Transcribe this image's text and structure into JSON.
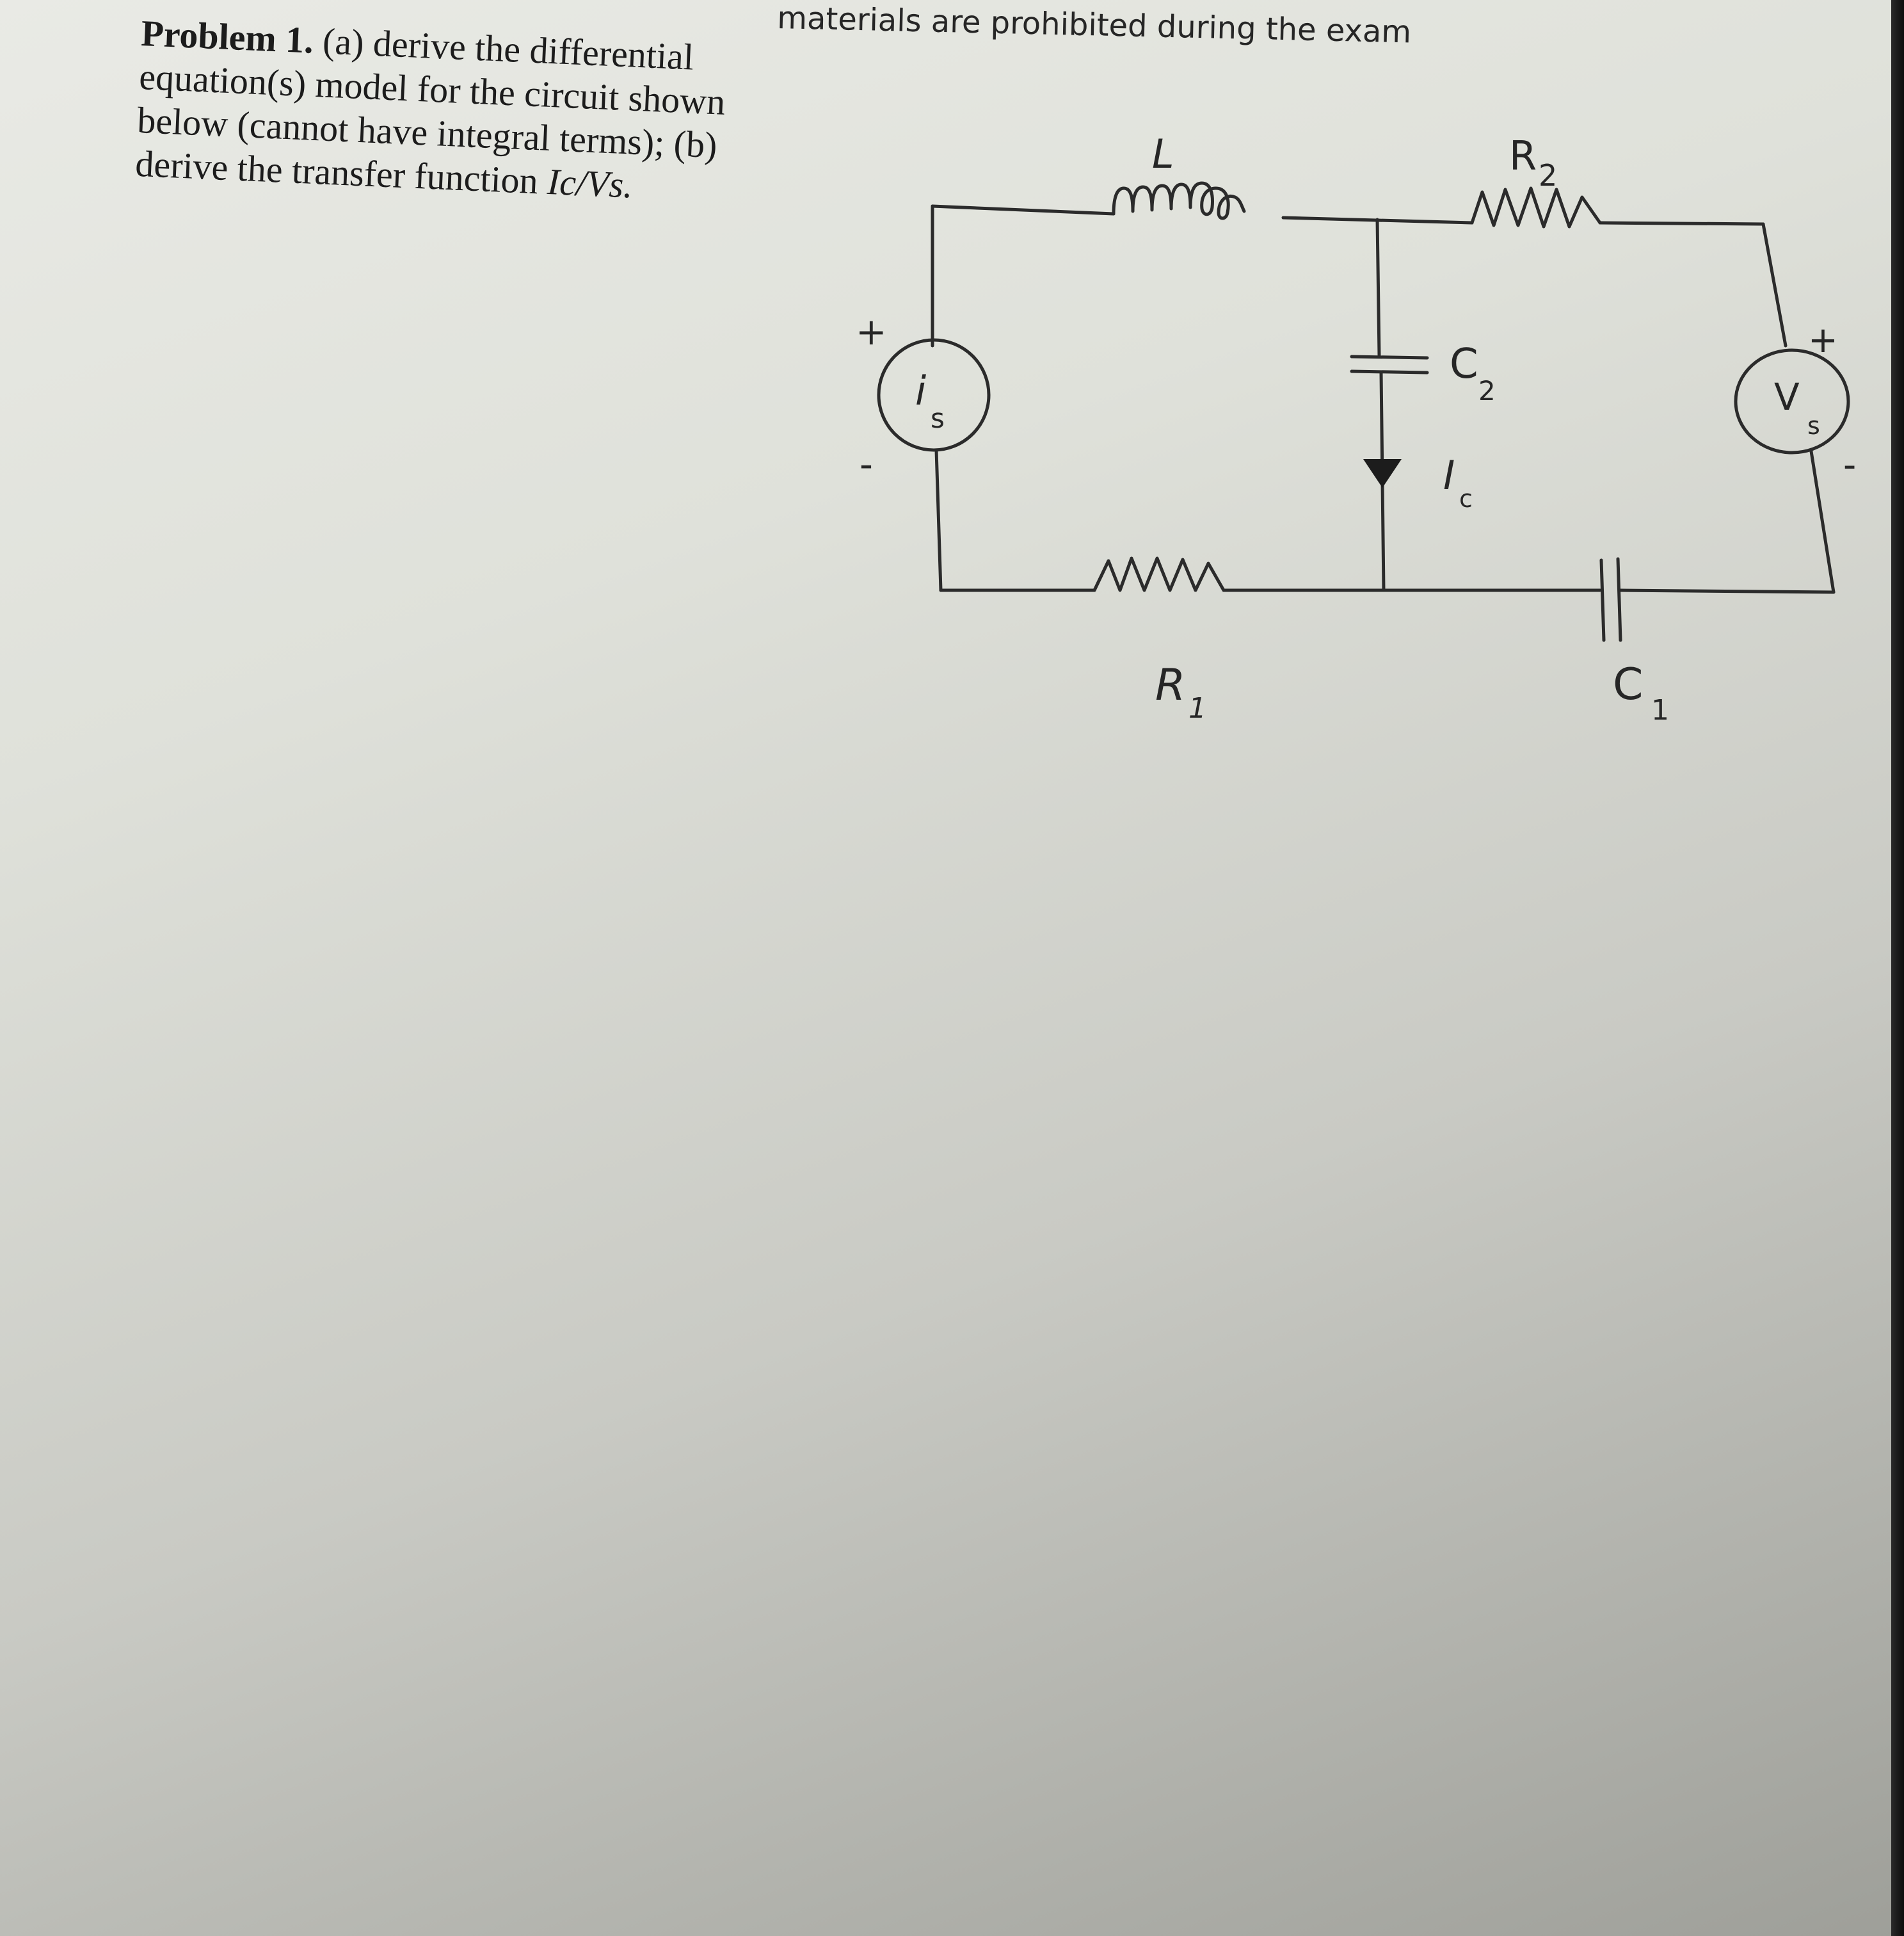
{
  "header": {
    "note": "materials are prohibited during the exam"
  },
  "problem": {
    "title": "Problem 1.",
    "part_a": "(a) derive the differential equation(s) model for the circuit shown below (cannot have integral terms);",
    "part_b": "(b) derive the transfer function",
    "transfer_function": "Ic/Vs."
  },
  "circuit": {
    "inductor": "L",
    "resistor_top": {
      "letter": "R",
      "sub": "2"
    },
    "resistor_bottom": {
      "letter": "R",
      "sub": "1"
    },
    "capacitor_mid": {
      "letter": "C",
      "sub": "2"
    },
    "capacitor_bottom": {
      "letter": "C",
      "sub": "1"
    },
    "current_source": {
      "letter": "i",
      "sub": "s"
    },
    "voltage_source": {
      "letter": "V",
      "sub": "s"
    },
    "current_label": {
      "letter": "I",
      "sub": "c"
    },
    "plus": "+",
    "minus": "-"
  }
}
